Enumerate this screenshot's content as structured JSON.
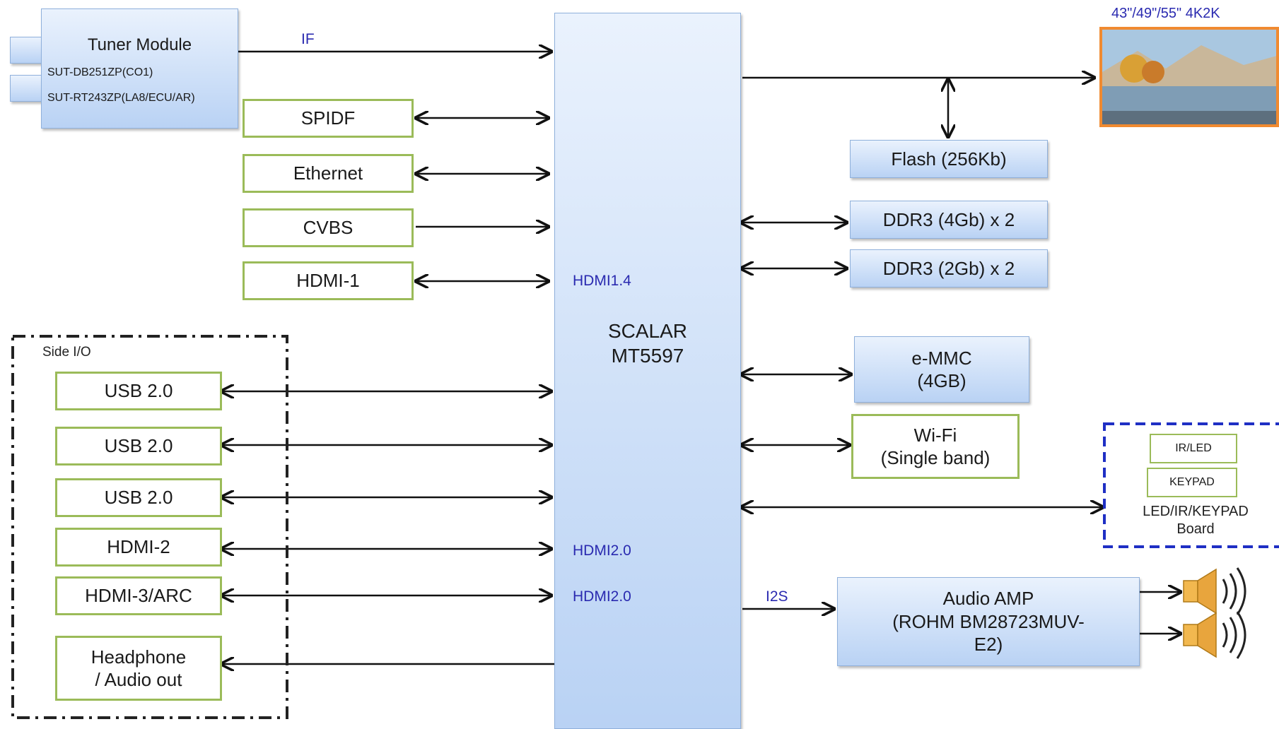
{
  "tuner": {
    "title": "Tuner Module",
    "line1": "SUT-DB251ZP(CO1)",
    "line2": "SUT-RT243ZP(LA8/ECU/AR)"
  },
  "signal_labels": {
    "if": "IF",
    "hdmi14": "HDMI1.4",
    "hdmi20_a": "HDMI2.0",
    "hdmi20_b": "HDMI2.0",
    "i2s": "I2S"
  },
  "inputs": {
    "spidf": "SPIDF",
    "ethernet": "Ethernet",
    "cvbs": "CVBS",
    "hdmi1": "HDMI-1"
  },
  "side_io": {
    "title": "Side I/O",
    "usb1": "USB 2.0",
    "usb2": "USB 2.0",
    "usb3": "USB 2.0",
    "hdmi2": "HDMI-2",
    "hdmi3": "HDMI-3/ARC",
    "headphone_l1": "Headphone",
    "headphone_l2": "/ Audio out"
  },
  "scalar": {
    "l1": "SCALAR",
    "l2": "MT5597"
  },
  "panel": {
    "label": "43\"/49\"/55\"  4K2K"
  },
  "memory": {
    "flash": "Flash (256Kb)",
    "ddr3a": "DDR3 (4Gb) x 2",
    "ddr3b": "DDR3 (2Gb) x 2",
    "emmc_l1": "e-MMC",
    "emmc_l2": "(4GB)"
  },
  "wifi": {
    "l1": "Wi-Fi",
    "l2": "(Single band)"
  },
  "keyboard_board": {
    "irled": "IR/LED",
    "keypad": "KEYPAD",
    "l1": "LED/IR/KEYPAD",
    "l2": "Board"
  },
  "audio_amp": {
    "l1": "Audio  AMP",
    "l2": "(ROHM BM28723MUV-",
    "l3": "E2)"
  },
  "colors": {
    "block_blue_top": "#eaf2fd",
    "block_blue_bottom": "#b9d2f4",
    "green_border": "#9bbb59",
    "dashed_blue": "#1f2fc4",
    "label_blue": "#2a2ab0"
  }
}
